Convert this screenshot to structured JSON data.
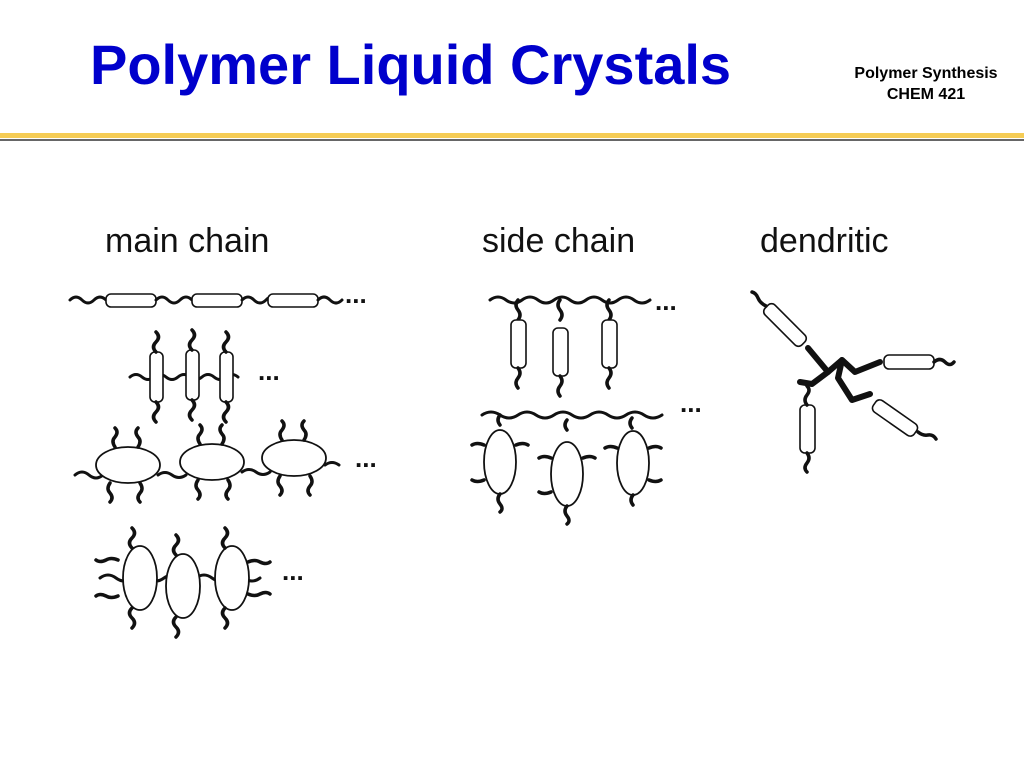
{
  "slide": {
    "title": "Polymer Liquid Crystals",
    "course_line1": "Polymer Synthesis",
    "course_line2": "CHEM 421",
    "accent_color": "#0000cc",
    "rule_color": "#f5cc55"
  },
  "diagram": {
    "categories": {
      "main_chain": "main chain",
      "side_chain": "side chain",
      "dendritic": "dendritic"
    },
    "continuation": "..."
  }
}
